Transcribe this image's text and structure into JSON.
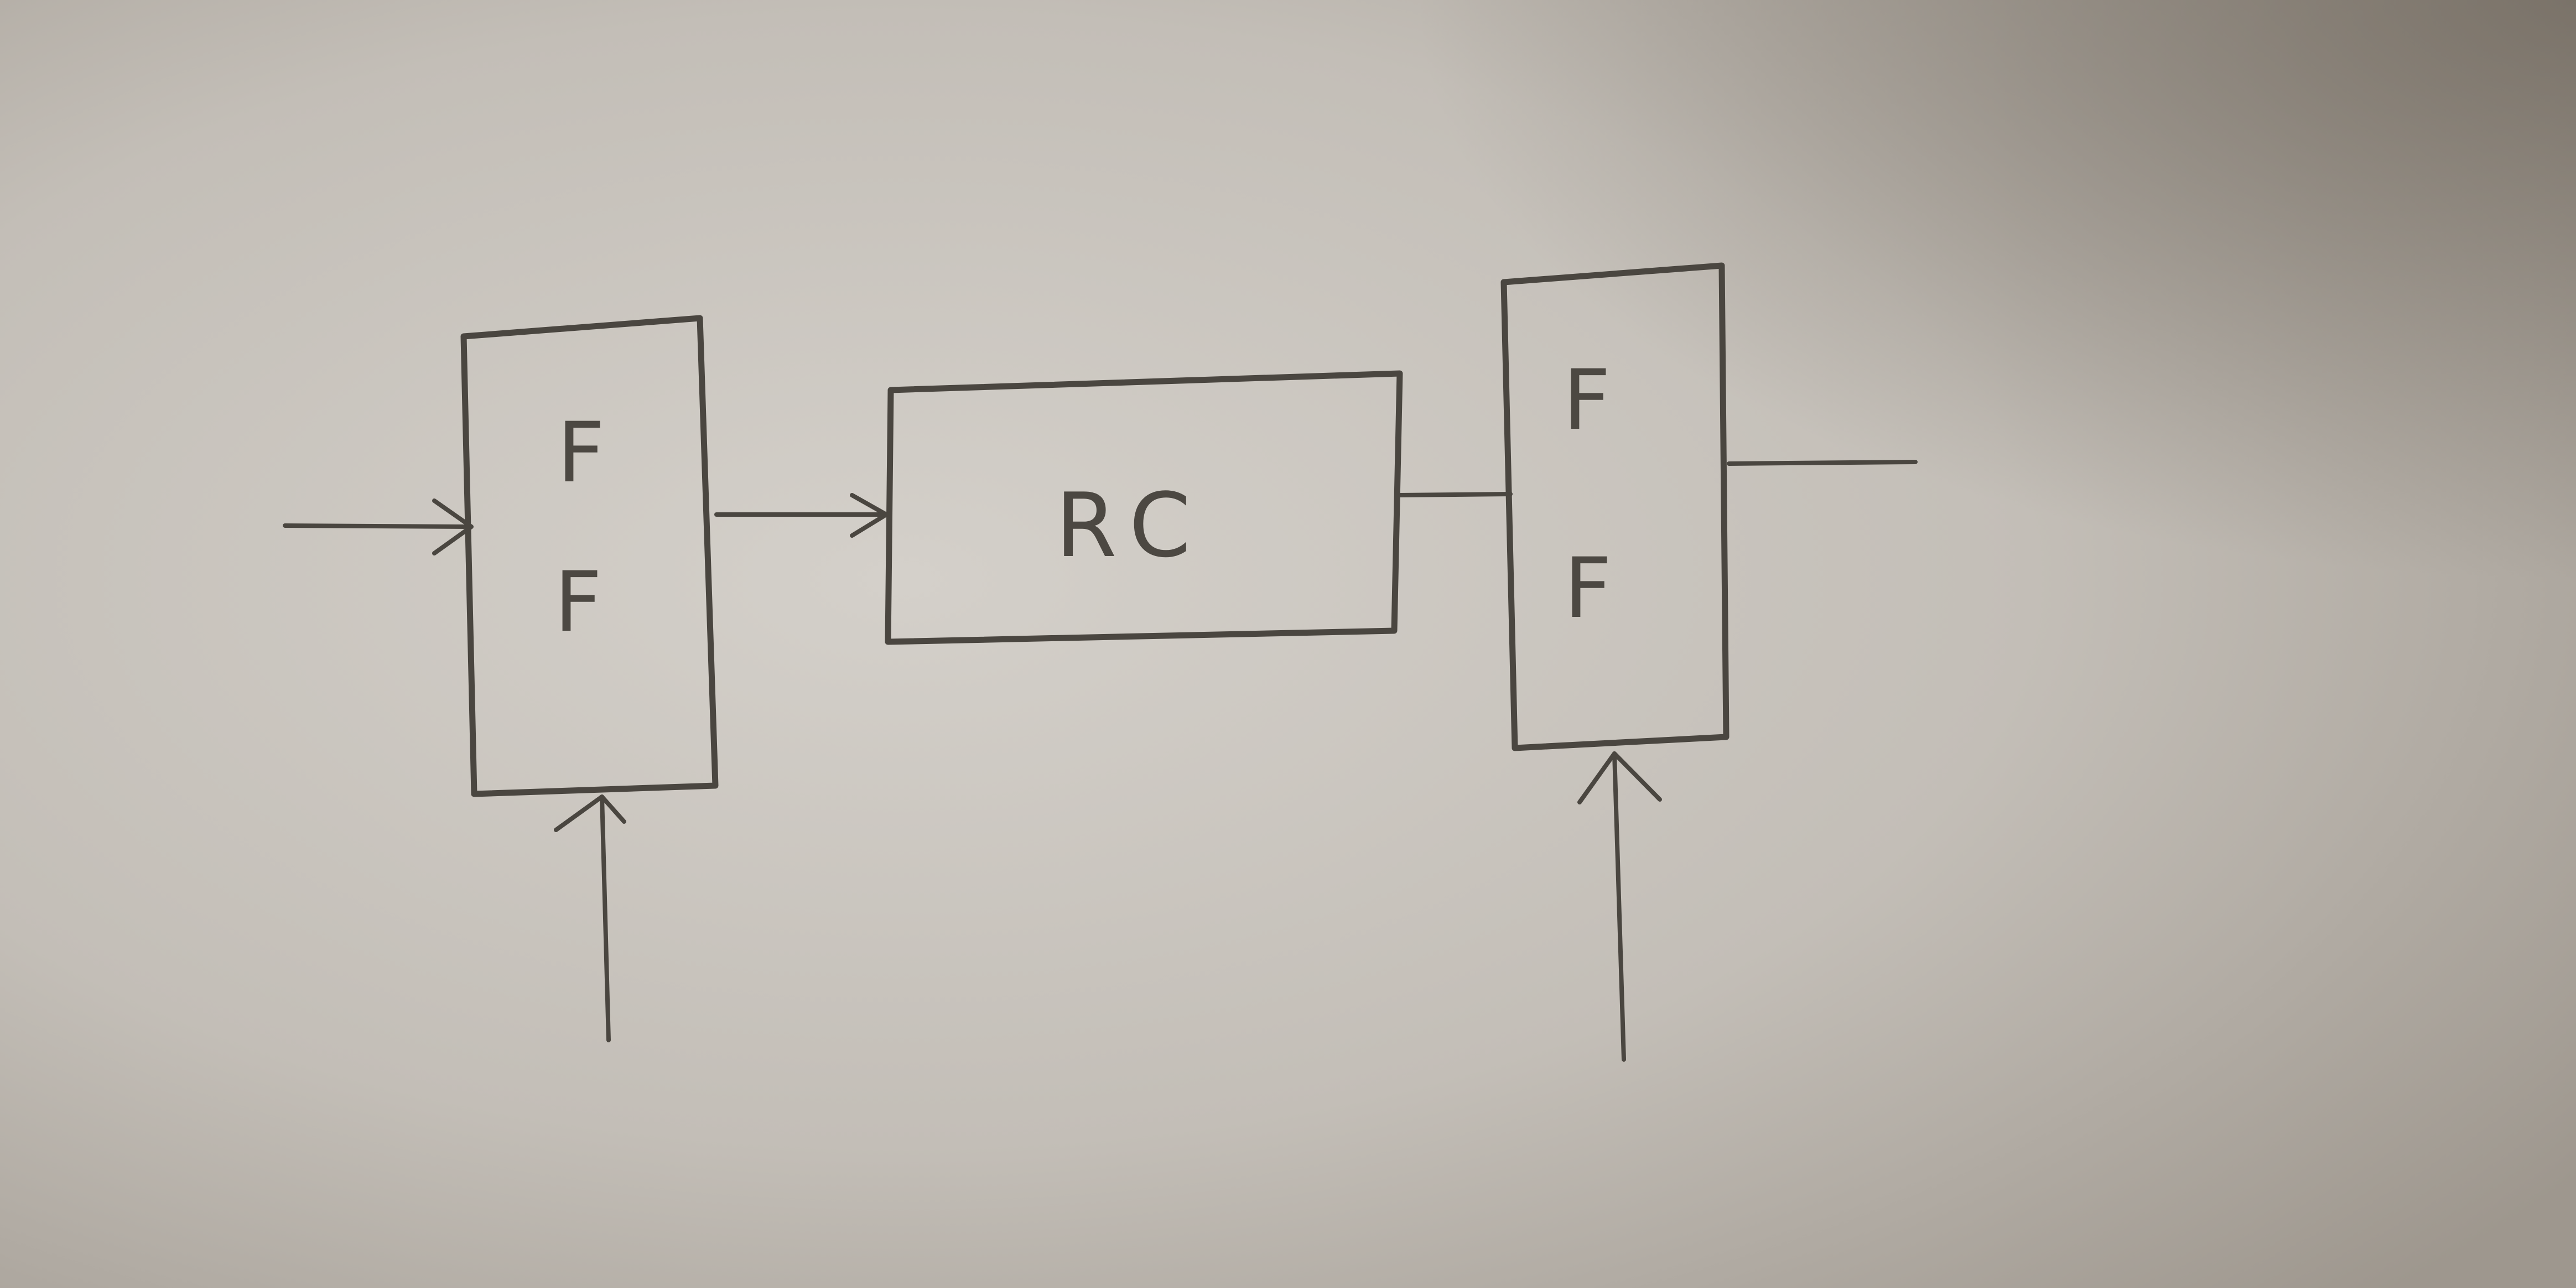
{
  "diagram": {
    "blocks": [
      {
        "id": "ff1",
        "line1": "F",
        "line2": "F"
      },
      {
        "id": "rc",
        "label": "RC"
      },
      {
        "id": "ff2",
        "line1": "F",
        "line2": "F"
      }
    ],
    "connections": [
      {
        "from": "input",
        "to": "ff1",
        "arrow": true
      },
      {
        "from": "clock",
        "to": "ff1",
        "arrow": true
      },
      {
        "from": "ff1",
        "to": "rc",
        "arrow": true
      },
      {
        "from": "rc",
        "to": "ff2",
        "arrow": false
      },
      {
        "from": "clock",
        "to": "ff2",
        "arrow": true
      },
      {
        "from": "ff2",
        "to": "output",
        "arrow": false
      }
    ],
    "colors": {
      "paper": "#b8b2aa",
      "pencil": "#4a4640"
    }
  }
}
